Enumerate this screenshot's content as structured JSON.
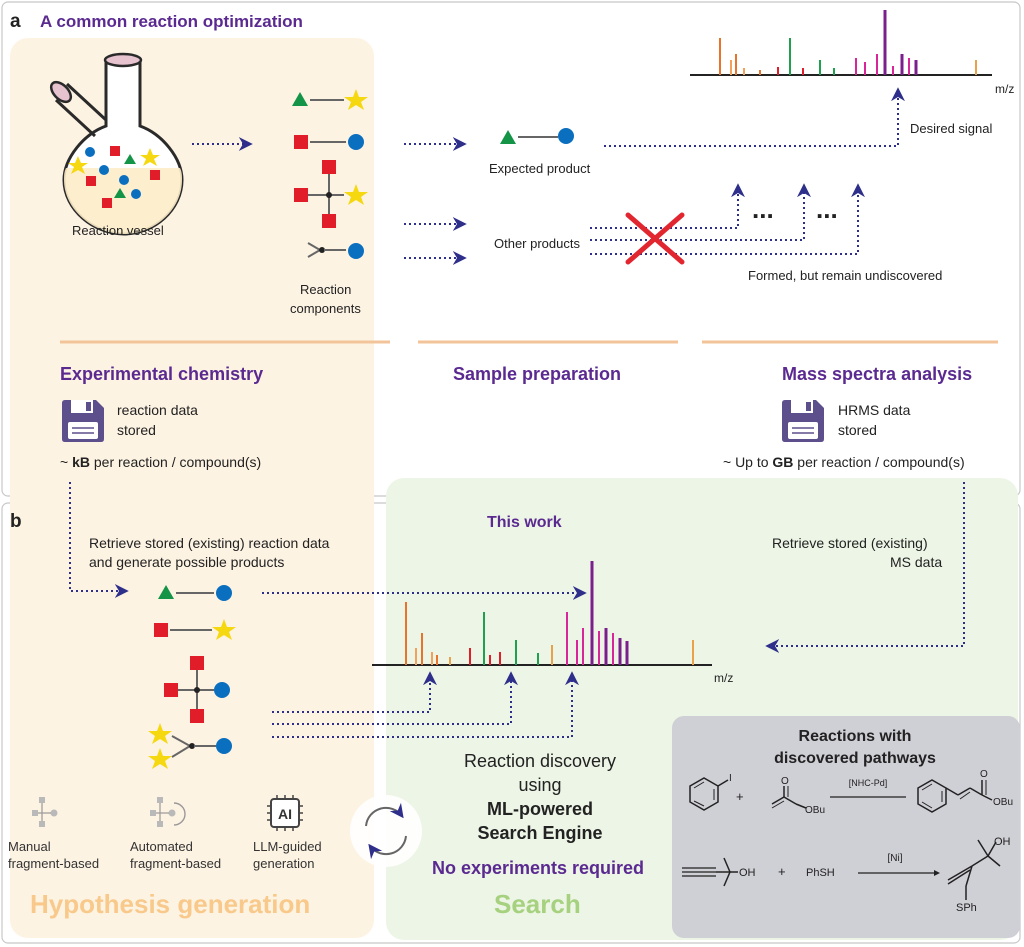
{
  "panel_a": {
    "letter": "a",
    "title": "A common reaction optimization",
    "vessel_label": "Reaction vessel",
    "components_label_1": "Reaction",
    "components_label_2": "components",
    "expected_product": "Expected product",
    "other_products": "Other products",
    "desired_signal": "Desired signal",
    "mz": "m/z",
    "undiscovered": "Formed, but remain undiscovered",
    "ellipsis": "...",
    "section_1": "Experimental chemistry",
    "section_2": "Sample preparation",
    "section_3": "Mass spectra analysis",
    "storage_left_1": "reaction data",
    "storage_left_2": "stored",
    "size_left_pre": "~ ",
    "size_left_bold": "kB",
    "size_left_post": " per reaction / compound(s)",
    "storage_right_1": "HRMS data",
    "storage_right_2": "stored",
    "size_right_pre": "~ Up to ",
    "size_right_bold": "GB",
    "size_right_post": " per reaction / compound(s)"
  },
  "panel_b": {
    "letter": "b",
    "this_work": "This work",
    "retrieve_left_1": "Retrieve stored (existing) reaction data",
    "retrieve_left_2": "and generate possible products",
    "retrieve_right_1": "Retrieve stored (existing)",
    "retrieve_right_2": "MS data",
    "mz": "m/z",
    "discovery_1": "Reaction discovery",
    "discovery_2": "using",
    "discovery_3": "ML-powered",
    "discovery_4": "Search Engine",
    "no_experiments": "No experiments required",
    "hypothesis": "Hypothesis generation",
    "search": "Search",
    "method_1a": "Manual",
    "method_1b": "fragment-based",
    "method_2a": "Automated",
    "method_2b": "fragment-based",
    "method_3a": "LLM-guided",
    "method_3b": "generation",
    "ai_badge": "AI",
    "box_title_1": "Reactions with",
    "box_title_2": "discovered pathways",
    "rxn1_iodo": "I",
    "rxn1_plus": "+",
    "rxn1_obu": "OBu",
    "rxn1_o": "O",
    "rxn1_catalyst": "[NHC-Pd]",
    "rxn1_prod_o": "O",
    "rxn1_prod_obu": "OBu",
    "rxn2_oh": "OH",
    "rxn2_plus": "+",
    "rxn2_phsh": "PhSH",
    "rxn2_catalyst": "[Ni]",
    "rxn2_prod_oh": "OH",
    "rxn2_prod_sph": "SPh"
  },
  "colors": {
    "purple": "#5b2a91",
    "orange_bg": "#fdf3e3",
    "green_bg": "#edf5e6",
    "gray_box": "#cfcfd6",
    "arrow_blue": "#2e2f8a",
    "red": "#e11d2a",
    "blue": "#0b6fc0",
    "green": "#149447",
    "yellow": "#f5d80f",
    "hypothesis_text": "#f8c98a",
    "search_text": "#a6d17e"
  }
}
